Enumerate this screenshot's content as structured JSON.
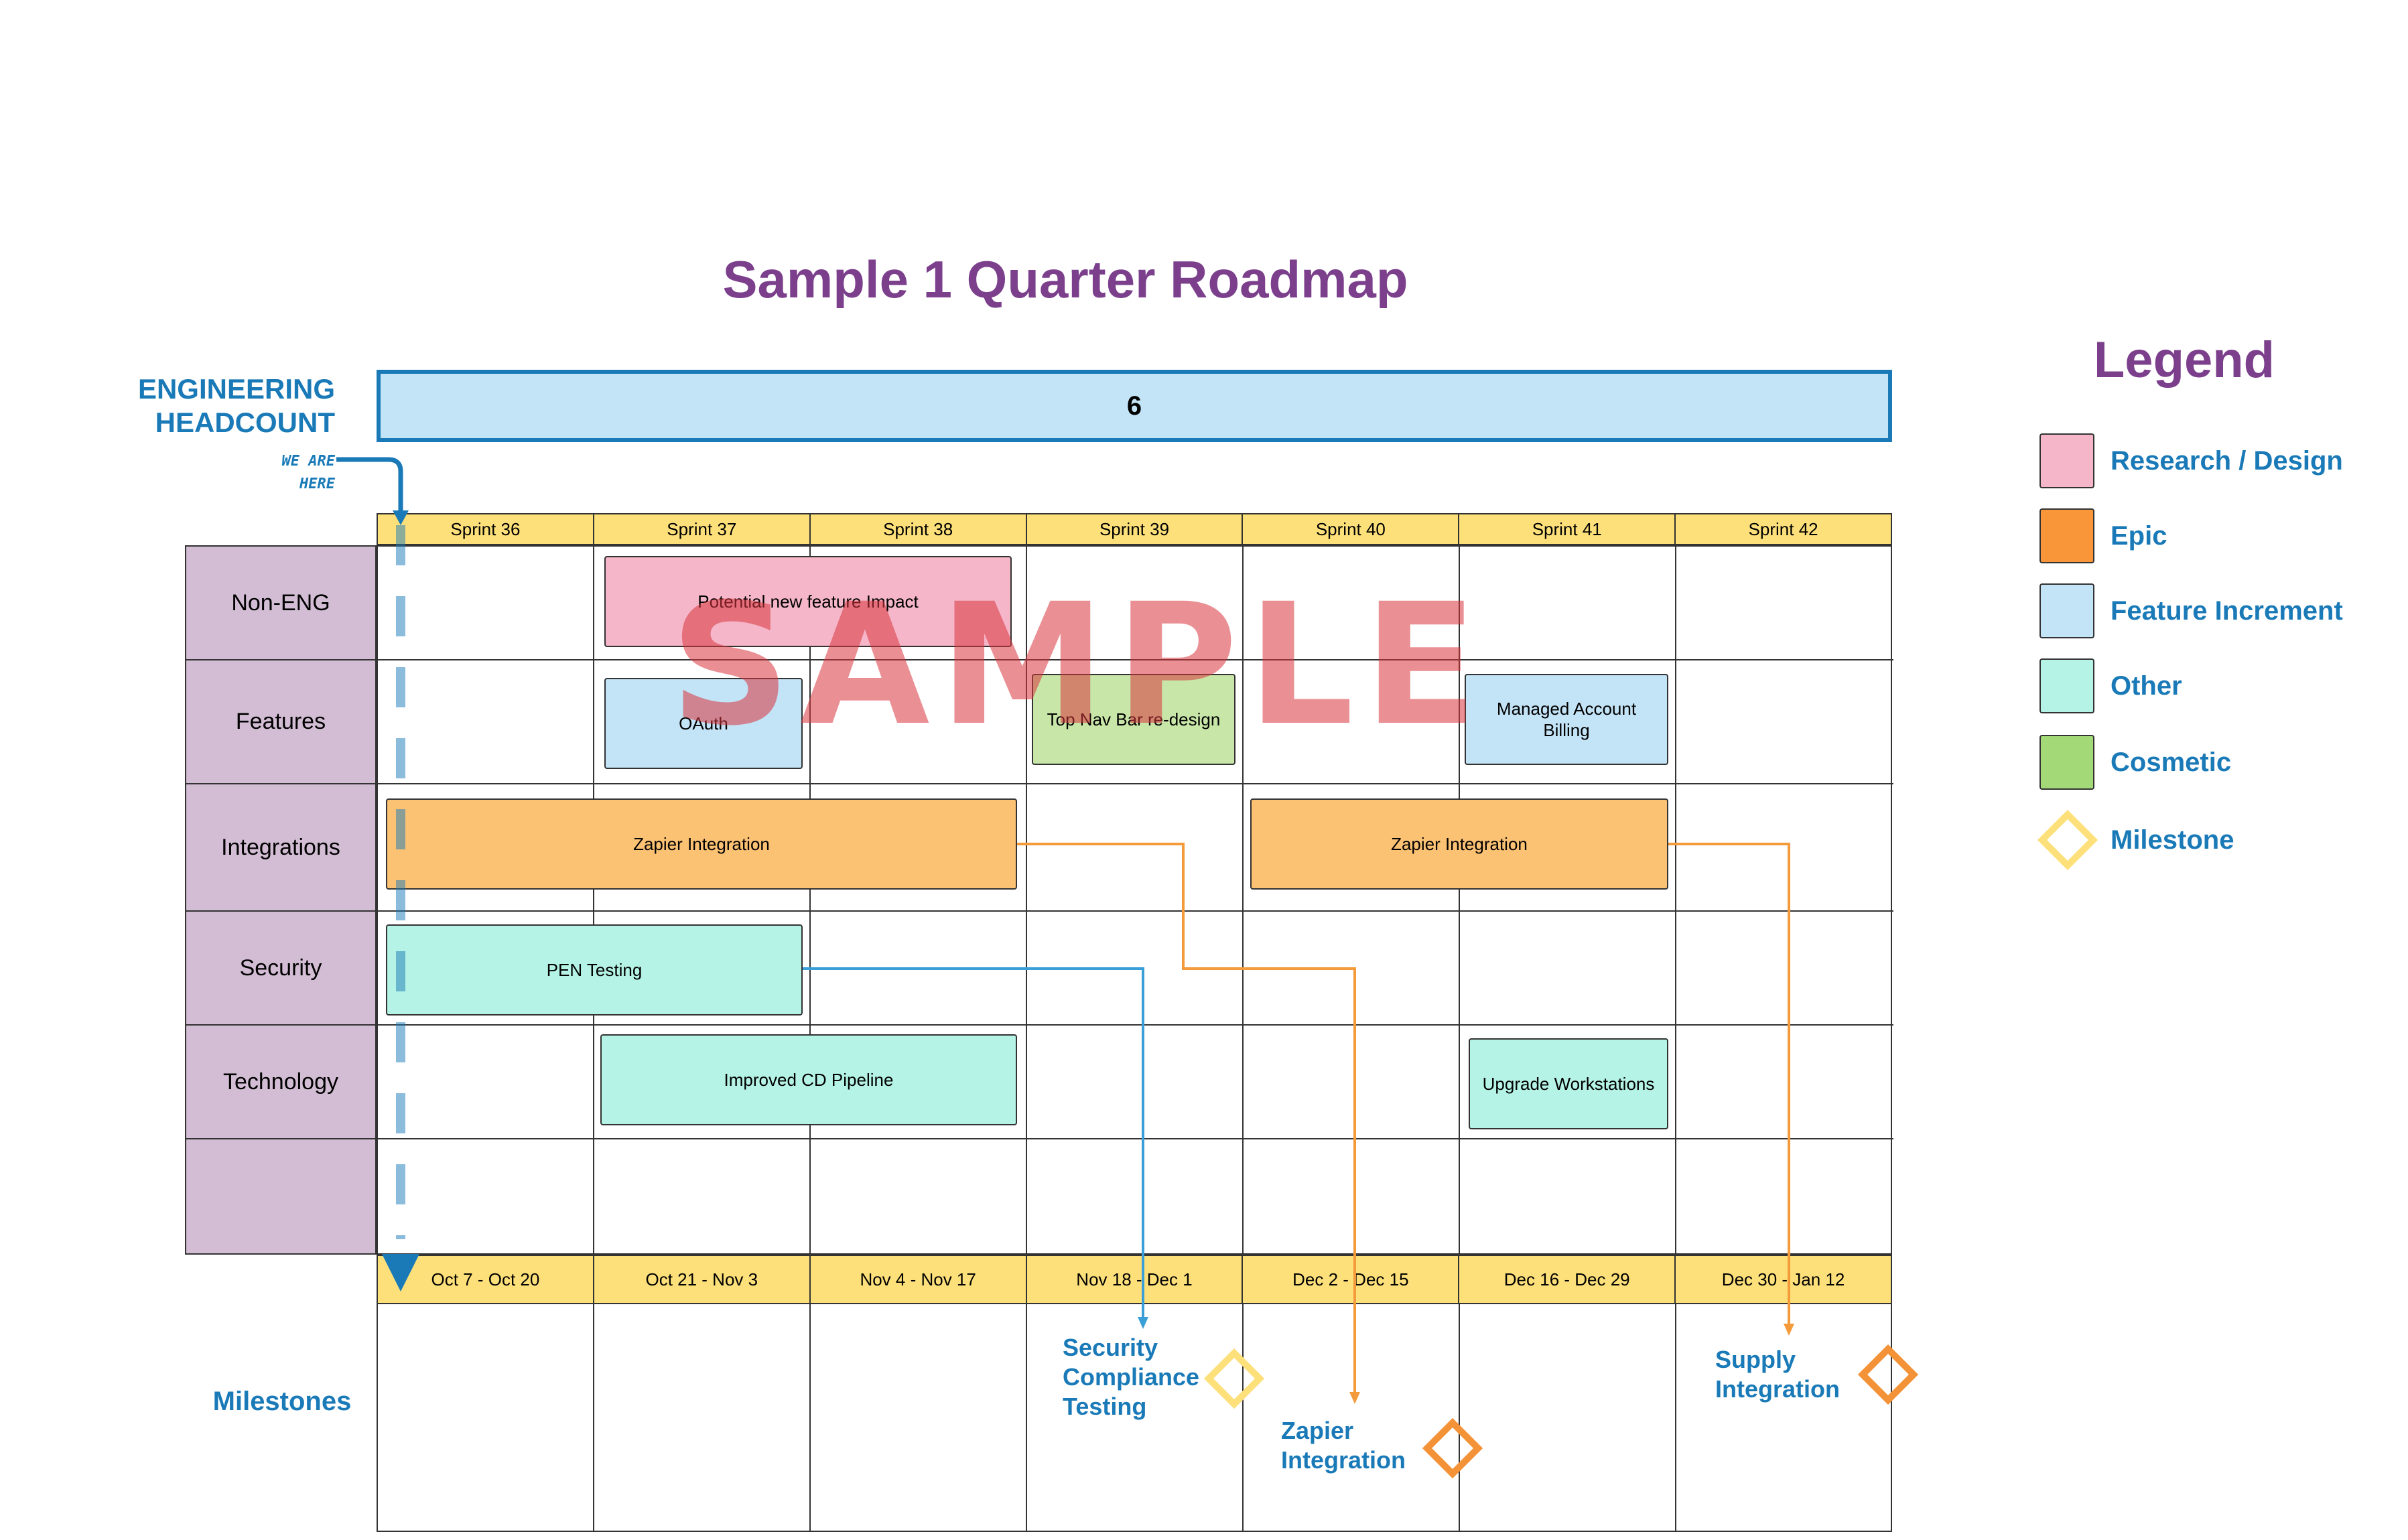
{
  "title": "Sample 1 Quarter Roadmap",
  "engineering": {
    "label_line1": "ENGINEERING",
    "label_line2": "HEADCOUNT",
    "value": "6"
  },
  "we_are_here": {
    "line1": "WE ARE",
    "line2": "HERE"
  },
  "sprints": [
    "Sprint 36",
    "Sprint 37",
    "Sprint 38",
    "Sprint 39",
    "Sprint 40",
    "Sprint 41",
    "Sprint 42"
  ],
  "dates": [
    "Oct 7 - Oct 20",
    "Oct 21 - Nov 3",
    "Nov 4 - Nov 17",
    "Nov 18 - Dec 1",
    "Dec 2 - Dec 15",
    "Dec 16 - Dec 29",
    "Dec 30 - Jan 12"
  ],
  "rows": [
    "Non-ENG",
    "Features",
    "Integrations",
    "Security",
    "Technology",
    ""
  ],
  "items": {
    "potential_feature": "Potential new feature Impact",
    "oauth": "OAuth",
    "top_nav": "Top Nav Bar re-design",
    "managed_billing": "Managed Account Billing",
    "zapier_1": "Zapier Integration",
    "zapier_2": "Zapier Integration",
    "pen_testing": "PEN Testing",
    "cd_pipeline": "Improved CD Pipeline",
    "upgrade_ws": "Upgrade Workstations"
  },
  "milestones": {
    "label": "Milestones",
    "security": {
      "line1": "Security",
      "line2": "Compliance",
      "line3": "Testing"
    },
    "zapier": {
      "line1": "Zapier",
      "line2": "Integration"
    },
    "supply": {
      "line1": "Supply",
      "line2": "Integration"
    }
  },
  "legend": {
    "title": "Legend",
    "items": [
      "Research / Design",
      "Epic",
      "Feature Increment",
      "Other",
      "Cosmetic",
      "Milestone"
    ]
  },
  "watermark": "SAMPLE",
  "colors": {
    "research": "#f4b6c8",
    "epic": "#fcc274",
    "feature": "#c3e3f6",
    "other": "#b4f3e5",
    "cosmetic": "#c8e6a8",
    "milestone_yellow": "#fde07a",
    "milestone_orange": "#f39237",
    "accent_blue": "#1a7ab8",
    "title_purple": "#7b3f8c",
    "row_label_bg": "#d3bdd4"
  },
  "icons": {
    "milestone": "diamond-icon",
    "we_are_here": "arrow-down-icon"
  }
}
